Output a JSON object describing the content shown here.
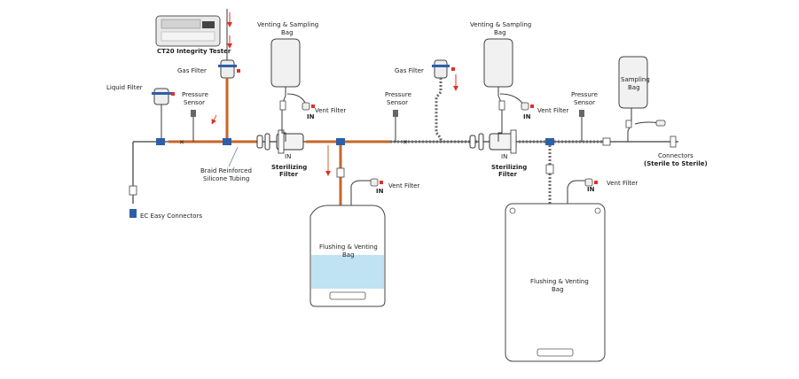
{
  "diagram": {
    "labels": {
      "tester": "CT20 Integrity Tester",
      "gas_filter": "Gas Filter",
      "liquid_filter": "Liquid Filter",
      "pressure_sensor": "Pressure",
      "pressure_sensor_2": "Sensor",
      "braid_1": "Braid Reinforced",
      "braid_2": "Silicone Tubing",
      "ec_connectors": "EC Easy Connectors",
      "venting_bag_1": "Venting & Sampling",
      "venting_bag_2": "Bag",
      "vent_filter": "Vent Filter",
      "sterilizing_1": "Sterilizing",
      "sterilizing_2": "Filter",
      "in_tag": "IN",
      "flushing_1": "Flushing & Venting",
      "flushing_2": "Bag",
      "sampling_1": "Sampling",
      "sampling_2": "Bag",
      "connectors_1": "Connectors",
      "connectors_2": "(Sterile to Sterile)"
    },
    "colors": {
      "braided_tubing": "#c8652a",
      "line": "#3a3a3a",
      "connector_blue": "#2d5fa8",
      "valve_red": "#e0302a",
      "liquid": "#bfe3f2",
      "flow_arrow": "#e0302a"
    }
  }
}
